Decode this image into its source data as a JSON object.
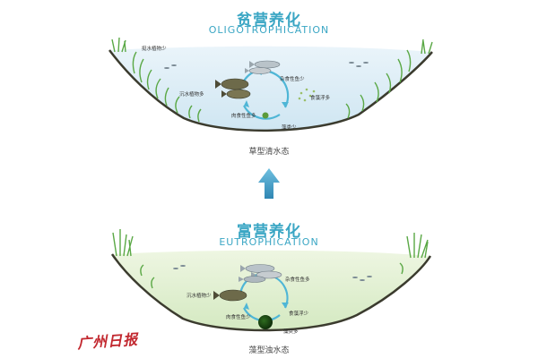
{
  "top": {
    "title_cn": "贫营养化",
    "title_en": "OLIGOTROPHICATION",
    "labels": {
      "submerged_top_left": "挺水植物少",
      "submerged": "沉水植物多",
      "omnivore": "杂食性鱼少",
      "plankton": "食藻浮多",
      "carnivore": "肉食性鱼多",
      "algae": "藻类少"
    },
    "state_label": "草型清水态"
  },
  "bottom": {
    "title_cn": "富营养化",
    "title_en": "EUTROPHICATION",
    "labels": {
      "submerged": "沉水植物少",
      "omnivore": "杂食性鱼多",
      "carnivore": "肉食性鱼少",
      "plankton": "食藻浮少",
      "algae": "藻类多"
    },
    "state_label": "藻型浊水态"
  },
  "watermark": "广州日报",
  "colors": {
    "title": "#3aa6c4",
    "clear_water": "#d7eaf4",
    "turbid_water": "#dcedc8",
    "soil": "#3b3b2e",
    "plant": "#5aa845",
    "cycle_arrow": "#4fb6d6",
    "up_arrow": "#3e9cc2",
    "watermark": "#c2282f"
  }
}
